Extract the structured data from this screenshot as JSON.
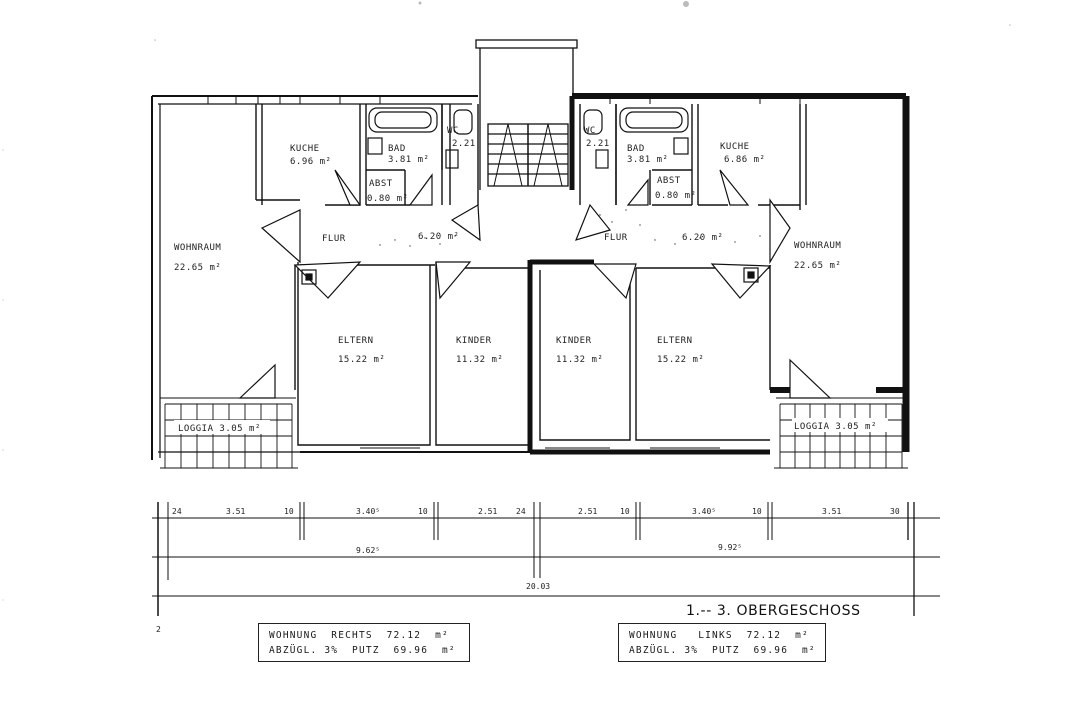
{
  "plan_title": "1.-- 3. OBERGESCHOSS",
  "rooms": {
    "left": {
      "wohnraum": "WOHNRAUM",
      "wohnraum_area": "22.65 m²",
      "kuche": "KUCHE",
      "kuche_area": "6.96 m²",
      "bad": "BAD",
      "bad_area": "3.81 m²",
      "wc": "WC",
      "wc_area": "2.21",
      "abst": "ABST",
      "abst_area": "0.80 m²",
      "flur": "FLUR",
      "flur_area": "6.20 m²",
      "eltern": "ELTERN",
      "eltern_area": "15.22 m²",
      "kinder": "KINDER",
      "kinder_area": "11.32 m²",
      "loggia": "LOGGIA 3.05 m²"
    },
    "right": {
      "wohnraum": "WOHNRAUM",
      "wohnraum_area": "22.65 m²",
      "kuche": "KUCHE",
      "kuche_area": "6.86 m²",
      "bad": "BAD",
      "bad_area": "3.81 m²",
      "wc": "WC",
      "wc_area": "2.21",
      "abst": "ABST",
      "abst_area": "0.80 m²",
      "flur": "FLUR",
      "flur_area": "6.20 m²",
      "eltern": "ELTERN",
      "eltern_area": "15.22 m²",
      "kinder": "KINDER",
      "kinder_area": "11.32 m²",
      "loggia": "LOGGIA 3.05 m²"
    }
  },
  "dimensions": {
    "segments": [
      "24",
      "3.51",
      "10",
      "3.40⁵",
      "10",
      "2.51",
      "24",
      "2.51",
      "10",
      "3.40⁵",
      "10",
      "3.51",
      "30"
    ],
    "left_total": "9.62⁵",
    "right_total": "9.92⁵",
    "overall": "20.03",
    "side_mark": "2"
  },
  "summary": {
    "right_line1": "WOHNUNG  RECHTS  72.12  m²",
    "right_line2": "ABZÜGL. 3%  PUTZ  69.96  m²",
    "left_line1": "WOHNUNG   LINKS  72.12  m²",
    "left_line2": "ABZÜGL. 3%  PUTZ  69.96  m²"
  }
}
